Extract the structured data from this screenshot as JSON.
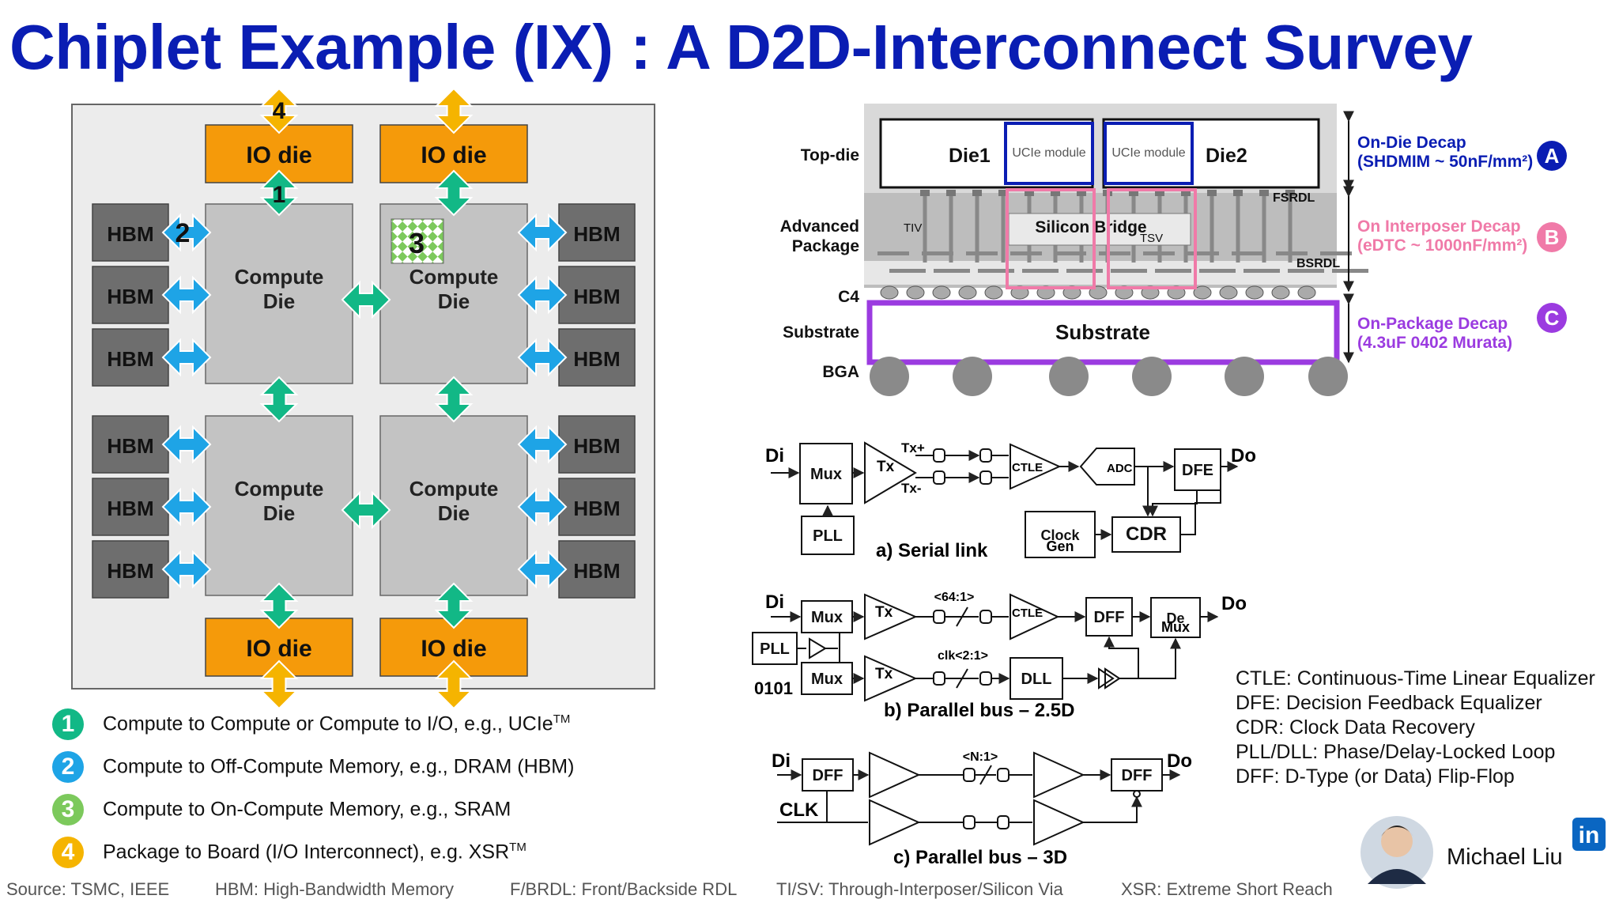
{
  "title": "Chiplet Example (IX) : A D2D-Interconnect Survey",
  "floorplan": {
    "io_die_label": "IO die",
    "hbm_label": "HBM",
    "compute_label_line1": "Compute",
    "compute_label_line2": "Die",
    "markers": [
      "1",
      "2",
      "3",
      "4"
    ]
  },
  "legend": [
    {
      "num": "1",
      "text": "Compute to Compute or Compute to I/O, e.g., UCIe",
      "sup": "TM",
      "color": "#12b886"
    },
    {
      "num": "2",
      "text": "Compute to Off-Compute Memory, e.g., DRAM (HBM)",
      "sup": "",
      "color": "#1ea4e6"
    },
    {
      "num": "3",
      "text": "Compute to On-Compute Memory, e.g., SRAM",
      "sup": "",
      "color": "#7cc95c"
    },
    {
      "num": "4",
      "text": "Package to Board (I/O Interconnect), e.g. XSR",
      "sup": "TM",
      "color": "#f5b400"
    }
  ],
  "package": {
    "labels": {
      "top_die": "Top-die",
      "advanced_1": "Advanced",
      "advanced_2": "Package",
      "c4": "C4",
      "substrate": "Substrate",
      "bga": "BGA"
    },
    "die1": "Die1",
    "die2": "Die2",
    "ucie": "UCIe module",
    "silicon_bridge": "Silicon Bridge",
    "tiv": "TIV",
    "tsv": "TSV",
    "fsrdl": "FSRDL",
    "bsrdl": "BSRDL",
    "substrate_box": "Substrate",
    "decaps": [
      {
        "line1": "On-Die Decap",
        "line2": "(SHDMIM ~ 50nF/mm²)",
        "badge": "A",
        "color": "#0a1db3"
      },
      {
        "line1": "On Interposer Decap",
        "line2": "(eDTC ~ 1000nF/mm²)",
        "badge": "B",
        "color": "#f07aa8"
      },
      {
        "line1": "On-Package Decap",
        "line2": "(4.3uF 0402 Murata)",
        "badge": "C",
        "color": "#9b3be0"
      }
    ]
  },
  "serial": {
    "caption": "a) Serial link",
    "di": "Di",
    "do": "Do",
    "mux": "Mux",
    "tx": "Tx",
    "txp": "Tx+",
    "txm": "Tx-",
    "ctle": "CTLE",
    "adc": "ADC",
    "dfe": "DFE",
    "pll": "PLL",
    "clock_gen_1": "Clock",
    "clock_gen_2": "Gen",
    "cdr": "CDR"
  },
  "parallel25": {
    "caption": "b) Parallel bus – 2.5D",
    "di": "Di",
    "do": "Do",
    "mux": "Mux",
    "tx": "Tx",
    "ratio": "<64:1>",
    "ctle": "CTLE",
    "dff": "DFF",
    "demux_1": "De",
    "demux_2": "Mux",
    "pll": "PLL",
    "bits": "0101",
    "clk_ratio": "clk<2:1>",
    "dll": "DLL"
  },
  "parallel3d": {
    "caption": "c) Parallel bus – 3D",
    "di": "Di",
    "do": "Do",
    "dff": "DFF",
    "ratio": "<N:1>",
    "clk": "CLK"
  },
  "definitions": [
    "CTLE: Continuous-Time Linear Equalizer",
    "DFE: Decision Feedback Equalizer",
    "CDR: Clock Data Recovery",
    "PLL/DLL: Phase/Delay-Locked Loop",
    "DFF: D-Type (or Data) Flip-Flop"
  ],
  "author": "Michael Liu",
  "footer": [
    "Source: TSMC, IEEE",
    "HBM: High-Bandwidth Memory",
    "F/BRDL: Front/Backside RDL",
    "TI/SV: Through-Interposer/Silicon Via",
    "XSR: Extreme Short Reach"
  ]
}
